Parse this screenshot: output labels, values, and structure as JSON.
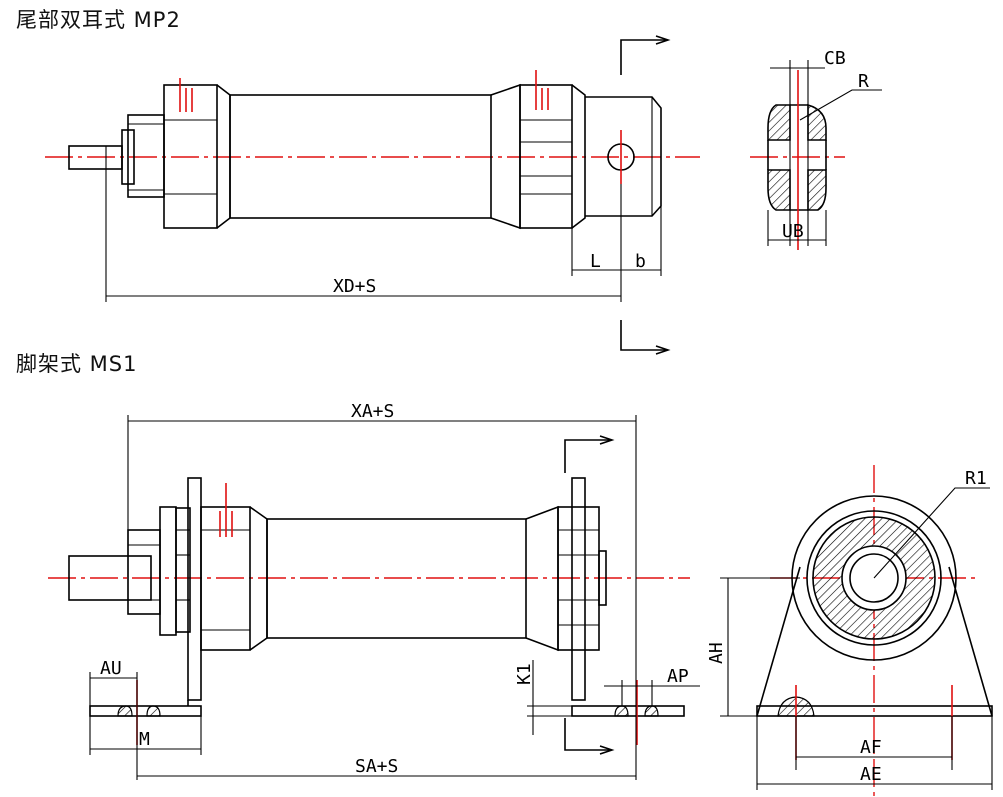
{
  "sections": {
    "mp2": {
      "title": "尾部双耳式 MP2"
    },
    "ms1": {
      "title": "脚架式 MS1"
    }
  },
  "labels": {
    "CB": "CB",
    "R": "R",
    "UB": "UB",
    "L": "L",
    "b": "b",
    "XD_S": "XD+S",
    "XA_S": "XA+S",
    "R1": "R1",
    "AU": "AU",
    "AP": "AP",
    "K1": "K1",
    "M": "M",
    "AH": "AH",
    "AF": "AF",
    "AE": "AE",
    "SA_S": "SA+S"
  }
}
